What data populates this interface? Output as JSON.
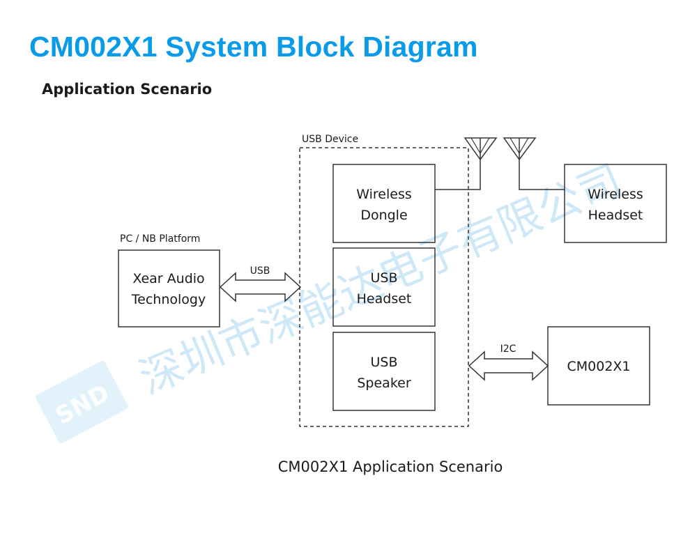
{
  "title": "CM002X1 System Block Diagram",
  "subtitle": "Application Scenario",
  "caption": "CM002X1 Application Scenario",
  "usb_device_group": {
    "label": "USB Device"
  },
  "pc_platform": {
    "label": "PC / NB Platform",
    "line1": "Xear Audio",
    "line2": "Technology"
  },
  "wireless_dongle": {
    "line1": "Wireless",
    "line2": "Dongle"
  },
  "usb_headset": {
    "line1": "USB",
    "line2": "Headset"
  },
  "usb_speaker": {
    "line1": "USB",
    "line2": "Speaker"
  },
  "wireless_headset": {
    "line1": "Wireless",
    "line2": "Headset"
  },
  "cm002x1": {
    "label": "CM002X1"
  },
  "links": {
    "usb": "USB",
    "i2c": "I2C"
  },
  "watermark": {
    "logo": "SND",
    "text": "深圳市深能达电子有限公司"
  },
  "colors": {
    "title": "#0a9be8",
    "watermark": "#a9d7f3"
  }
}
